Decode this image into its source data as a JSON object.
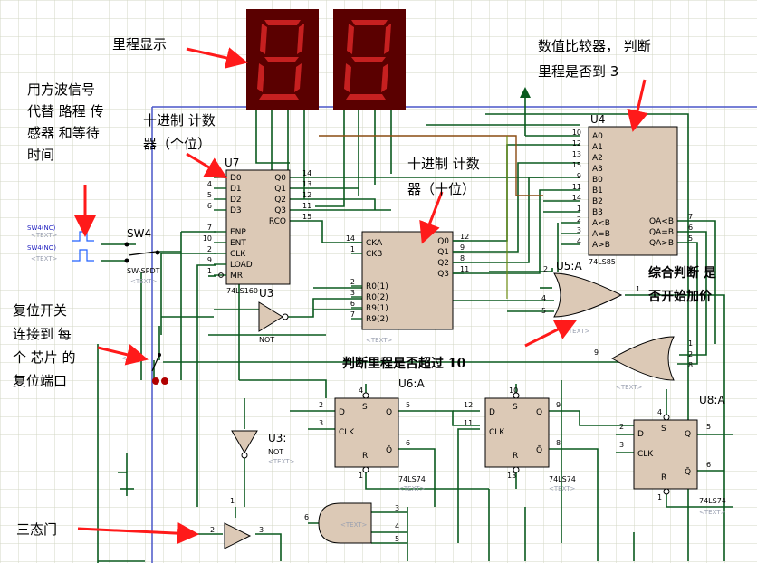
{
  "annotations": {
    "display": "里程显示",
    "comparator_line1": "数值比较器，  判断",
    "comparator_line2": "里程是否到 3",
    "square_wave_line1": "用方波信号",
    "square_wave_line2": "代替 路程 传",
    "square_wave_line3": "感器 和等待",
    "square_wave_line4": "时间",
    "decade_ones_line1": "十进制 计数",
    "decade_ones_line2": "器（个位）",
    "decade_tens_line1": "十进制 计数",
    "decade_tens_line2": "器（十位）",
    "combined_line1": "综合判断 是",
    "combined_line2": "否开始加价",
    "reset_line1": "复位开关",
    "reset_line2": "连接到  每",
    "reset_line3": "个 芯片 的",
    "reset_line4": "复位端口",
    "exceed10": "判断里程是否超过 10",
    "tristate": "三态门"
  },
  "components": {
    "u7": {
      "name": "U7",
      "part": "74LS160",
      "pins_left": [
        "D0",
        "D1",
        "D2",
        "D3",
        "ENP",
        "ENT",
        "CLK",
        "LOAD",
        "MR"
      ],
      "pins_right": [
        "Q0",
        "Q1",
        "Q2",
        "Q3",
        "RCO"
      ],
      "nums_left": [
        "3",
        "4",
        "5",
        "6",
        "7",
        "10",
        "2",
        "9",
        "1"
      ],
      "nums_right": [
        "14",
        "13",
        "12",
        "11",
        "15"
      ]
    },
    "u2": {
      "pins_left": [
        "CKA",
        "CKB",
        "R0(1)",
        "R0(2)",
        "R9(1)",
        "R9(2)"
      ],
      "pins_right": [
        "Q0",
        "Q1",
        "Q2",
        "Q3"
      ],
      "nums_left": [
        "14",
        "1",
        "2",
        "3",
        "6",
        "7"
      ],
      "nums_right": [
        "12",
        "9",
        "8",
        "11"
      ]
    },
    "u4": {
      "name": "U4",
      "part": "74LS85",
      "pins_left": [
        "A0",
        "A1",
        "A2",
        "A3",
        "B0",
        "B1",
        "B2",
        "B3",
        "A<B",
        "A=B",
        "A>B"
      ],
      "pins_right": [
        "QA<B",
        "QA=B",
        "QA>B"
      ],
      "nums_left": [
        "10",
        "12",
        "13",
        "15",
        "9",
        "11",
        "14",
        "1",
        "2",
        "3",
        "4"
      ],
      "nums_right": [
        "7",
        "6",
        "5"
      ]
    },
    "u3": {
      "name": "U3",
      "part": "NOT"
    },
    "u3b": {
      "name": "U3:",
      "part": "NOT"
    },
    "u5": {
      "name": "U5:A",
      "nums": [
        "2",
        "4",
        "5",
        "1"
      ]
    },
    "u6": {
      "name": "U6:A",
      "part": "74LS74",
      "pins": [
        "D",
        "S",
        "Q",
        "CLK",
        "R",
        "Q̄"
      ],
      "nums": [
        "2",
        "4",
        "5",
        "3",
        "1",
        "6"
      ]
    },
    "u6b": {
      "part": "74LS74",
      "pins": [
        "D",
        "S",
        "Q",
        "CLK",
        "R",
        "Q̄"
      ],
      "nums": [
        "12",
        "10",
        "9",
        "11",
        "13",
        "8"
      ]
    },
    "u8": {
      "name": "U8:A",
      "part": "74LS74",
      "pins": [
        "D",
        "S",
        "Q",
        "CLK",
        "R",
        "Q̄"
      ],
      "nums": [
        "2",
        "4",
        "5",
        "3",
        "1",
        "6"
      ]
    },
    "or2": {
      "nums": [
        "9",
        "1",
        "2",
        "8"
      ]
    },
    "and1": {
      "nums": [
        "6",
        "3",
        "4",
        "5"
      ]
    },
    "tri": {
      "nums": [
        "1",
        "2",
        "3"
      ]
    },
    "sw4": {
      "name": "SW4",
      "part": "SW-SPDT",
      "nc_label": "SW4(NC)",
      "no_label": "SW4(NO)"
    },
    "text_placeholder": "<TEXT>"
  }
}
